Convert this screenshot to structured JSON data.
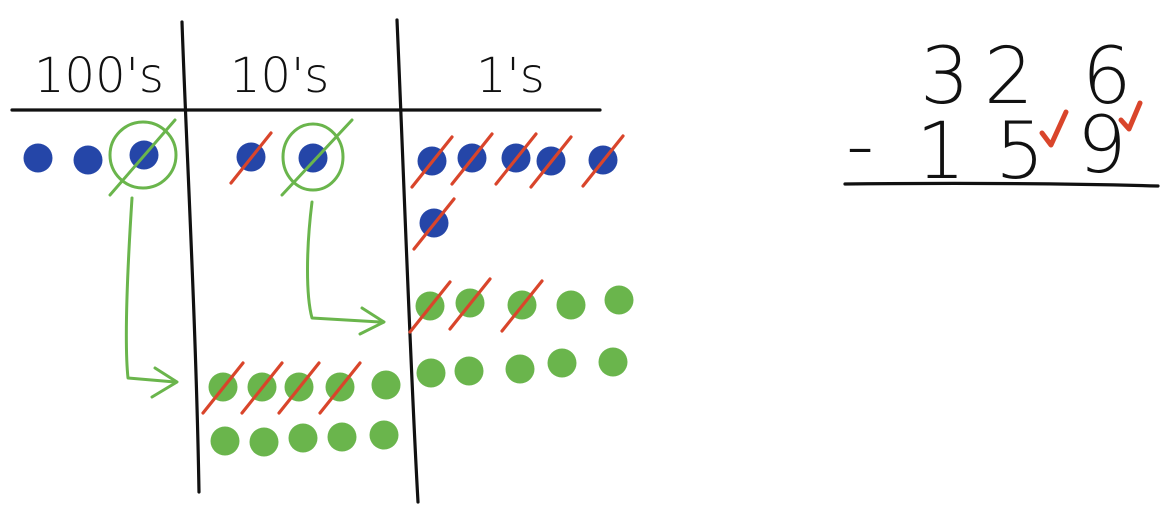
{
  "place_value_chart": {
    "columns": [
      {
        "header": "100's",
        "blue_dots": 3,
        "regrouped": 1,
        "green_dots": 0,
        "crossed_green": 0
      },
      {
        "header": "10's",
        "blue_dots": 2,
        "crossed_blue": 1,
        "regrouped": 1,
        "green_dots": 10,
        "crossed_green": 4
      },
      {
        "header": "1's",
        "blue_dots": 6,
        "crossed_blue": 6,
        "green_dots": 10,
        "crossed_green": 3
      }
    ]
  },
  "subtraction": {
    "top": [
      "3",
      "2",
      "6"
    ],
    "bottom": [
      "1",
      "5",
      "9"
    ],
    "operator": "-",
    "check_marks": 2
  },
  "colors": {
    "ink": "#111111",
    "blue_dot": "#2546a8",
    "green_dot": "#6ab54c",
    "cross": "#d9452b",
    "arrow": "#6ab54c"
  }
}
